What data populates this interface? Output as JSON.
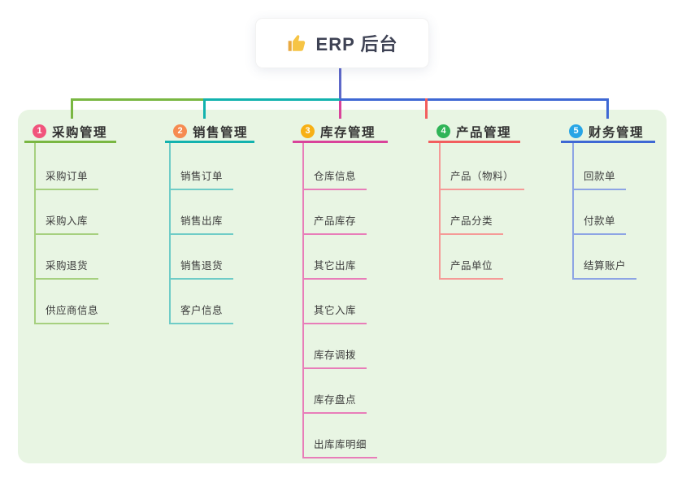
{
  "root": {
    "title": "ERP 后台",
    "icon": "thumbs-up-icon"
  },
  "canvas": {
    "background": "#ffffff",
    "panel_background": "#e8f5e3",
    "root_line_color": "#5e68c9"
  },
  "branches": [
    {
      "number": "1",
      "label": "采购管理",
      "color_main": "#79b742",
      "color_light": "#a6d07f",
      "color_badge": "#f1547c",
      "children": [
        "采购订单",
        "采购入库",
        "采购退货",
        "供应商信息"
      ]
    },
    {
      "number": "2",
      "label": "销售管理",
      "color_main": "#12b2ae",
      "color_light": "#6fccc7",
      "color_badge": "#f68b51",
      "children": [
        "销售订单",
        "销售出库",
        "销售退货",
        "客户信息"
      ]
    },
    {
      "number": "3",
      "label": "库存管理",
      "color_main": "#d9439a",
      "color_light": "#e87db9",
      "color_badge": "#f7b015",
      "children": [
        "仓库信息",
        "产品库存",
        "其它出库",
        "其它入库",
        "库存调拨",
        "库存盘点",
        "出库库明细"
      ]
    },
    {
      "number": "4",
      "label": "产品管理",
      "color_main": "#f25e5e",
      "color_light": "#f59a97",
      "color_badge": "#2fb457",
      "children": [
        "产品（物料）",
        "产品分类",
        "产品单位"
      ]
    },
    {
      "number": "5",
      "label": "财务管理",
      "color_main": "#3e68d4",
      "color_light": "#8da4e4",
      "color_badge": "#27a5e6",
      "children": [
        "回款单",
        "付款单",
        "结算账户"
      ]
    }
  ]
}
